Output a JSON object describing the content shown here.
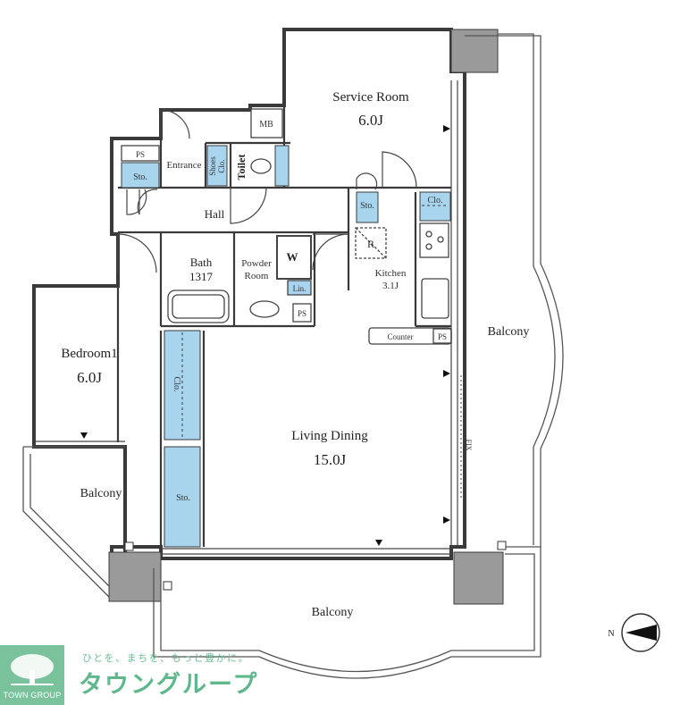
{
  "rooms": {
    "service_room": {
      "name": "Service Room",
      "size": "6.0J"
    },
    "bedroom1": {
      "name": "Bedroom1",
      "size": "6.0J"
    },
    "living_dining": {
      "name": "Living Dining",
      "size": "15.0J"
    },
    "kitchen": {
      "name": "Kitchen",
      "size": "3.1J"
    },
    "bath": {
      "name": "Bath",
      "size": "1317"
    },
    "powder_room": {
      "name": [
        "Powder",
        "Room"
      ]
    }
  },
  "labels": {
    "mb": "MB",
    "ps": "PS",
    "sto": "Sto.",
    "entrance": "Entrance",
    "shoes": [
      "Shoes",
      "Clo."
    ],
    "toilet": "Toilet",
    "hall": "Hall",
    "w": "W",
    "lin": "Lin.",
    "clo": "Clo.",
    "r": "R",
    "counter": "Counter",
    "fix": "FIX",
    "balcony": "Balcony",
    "compass_n": "N"
  },
  "brand": {
    "logo_text": "TOWN GROUP",
    "tagline": "ひとを、まちを、もっと豊かに。",
    "name": "タウングループ"
  },
  "colors": {
    "storage": "#a9d4ee",
    "wall": "#3a3a3a",
    "brand_green": "#79c29c"
  }
}
